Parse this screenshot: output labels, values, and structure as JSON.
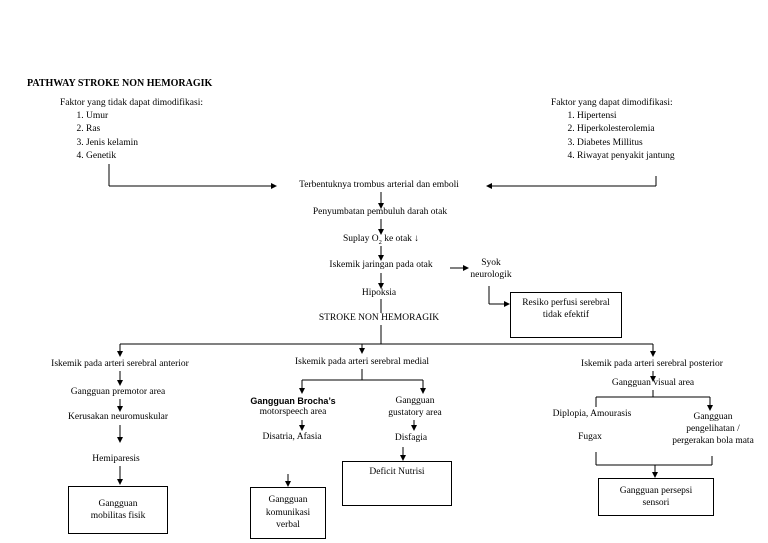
{
  "title": "PATHWAY STROKE NON HEMORAGIK",
  "left_factors": {
    "heading": "Faktor yang tidak dapat dimodifikasi:",
    "items": [
      "Umur",
      "Ras",
      "Jenis kelamin",
      "Genetik"
    ]
  },
  "right_factors": {
    "heading": "Faktor yang dapat dimodifikasi:",
    "items": [
      "Hipertensi",
      "Hiperkolesterolemia",
      "Diabetes Millitus",
      "Riwayat penyakit jantung"
    ]
  },
  "chain": {
    "thrombus": "Terbentuknya trombus arterial dan emboli",
    "occlusion": "Penyumbatan pembuluh darah otak",
    "o2_prefix": "Suplay O",
    "o2_sub": "2",
    "o2_suffix": " ke otak ↓",
    "ischemia": "Iskemik jaringan pada otak",
    "hypoxia": "Hipoksia",
    "stroke": "STROKE NON HEMORAGIK"
  },
  "shock": {
    "line1": "Syok",
    "line2": "neurologik"
  },
  "perfusion_box": {
    "line1": "Resiko perfusi  serebral",
    "line2": "tidak efektif"
  },
  "anterior": {
    "header": "Iskemik pada arteri serebral anterior",
    "step1": "Gangguan premotor area",
    "step2": "Kerusakan neuromuskular",
    "step3": "Hemiparesis",
    "box_line1": "Gangguan",
    "box_line2": "mobilitas fisik"
  },
  "medial": {
    "header": "Iskemik pada arteri serebral medial",
    "broca_line1": "Gangguan Brocha’s",
    "broca_line2": "motorspeech area",
    "broca_result": "Disatria, Afasia",
    "gust_line1": "Gangguan",
    "gust_line2": "gustatory area",
    "gust_result": "Disfagia",
    "nutrition_box": "Deficit Nutrisi",
    "verbal_line1": "Gangguan",
    "verbal_line2": "komunikasi",
    "verbal_line3": "verbal"
  },
  "posterior": {
    "header": "Iskemik pada arteri serebral posterior",
    "visual": "Gangguan visual area",
    "diplopia": "Diplopia, Amourasis",
    "fugax": "Fugax",
    "vision_line1": "Gangguan",
    "vision_line2": "pengelihatan /",
    "vision_line3": "pergerakan bola mata",
    "sensory_line1": "Gangguan persepsi",
    "sensory_line2": "sensori"
  }
}
